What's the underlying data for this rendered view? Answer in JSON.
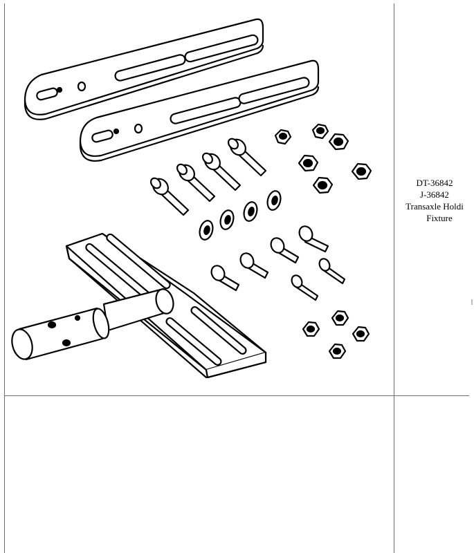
{
  "caption": {
    "line1": "DT-36842",
    "line2": "J-36842",
    "line3": "Transaxle Holdi",
    "line4": "Fixture"
  },
  "illustration": {
    "subject": "transaxle holding fixture kit",
    "parts": [
      "long slotted bar",
      "long slotted bar",
      "bolt",
      "washer",
      "nut",
      "mounting plate with shaft"
    ]
  },
  "colors": {
    "line": "#000000",
    "fill": "#ffffff",
    "frame": "#6e6e6e"
  }
}
